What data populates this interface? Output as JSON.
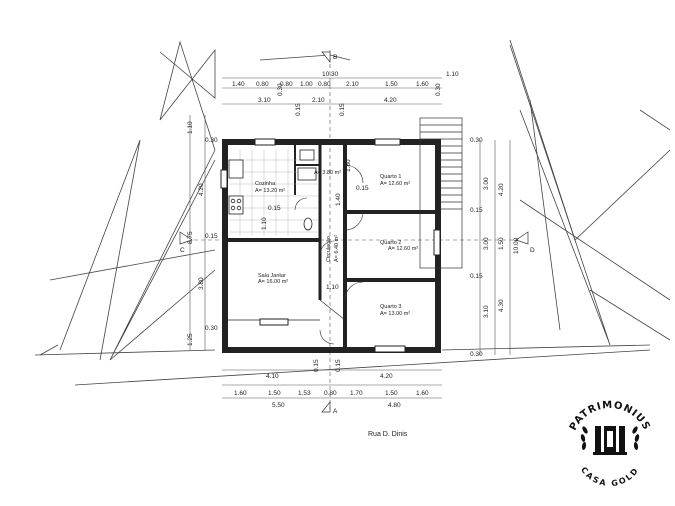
{
  "drawing": {
    "street_label": "Rua D. Dinis",
    "section_marks": [
      "B",
      "A",
      "C",
      "D"
    ],
    "rooms": [
      {
        "id": "cozinha",
        "name": "Cozinha",
        "area": "A= 13.20 m²"
      },
      {
        "id": "wc",
        "name": "",
        "area": "A= 3.80 m²"
      },
      {
        "id": "quarto1",
        "name": "Quarto 1",
        "area": "A= 12.60 m²"
      },
      {
        "id": "quarto2",
        "name": "Quarto 2",
        "area": "A= 12.60 m²"
      },
      {
        "id": "circulacao",
        "name": "Circulação",
        "area": "A= 6.40 m²"
      },
      {
        "id": "sala",
        "name": "Sala Jantar",
        "area": "A= 16.00 m²"
      },
      {
        "id": "quarto3",
        "name": "Quarto 3",
        "area": "A= 13.00 m²"
      }
    ],
    "top_dims_row1": [
      "1.40",
      "0.80",
      "0.80",
      "1.00",
      "0.80",
      "2.10",
      "1.50",
      "1.60"
    ],
    "top_total": "10.30",
    "top_right": "1.10",
    "top_dims_row2": [
      "3.10",
      "2.10",
      "4.20"
    ],
    "top_small": [
      "0.30",
      "0.15",
      "0.15",
      "0.30"
    ],
    "left_dims": [
      "1.10",
      "0.30",
      "4.20",
      "8.75",
      "0.15",
      "3.80",
      "0.30",
      "1.25"
    ],
    "right_dims_inner": [
      "0.30",
      "3.00",
      "0.15",
      "3.00",
      "0.15",
      "3.10",
      "0.30"
    ],
    "right_dims_outer": [
      "4.20",
      "1.50",
      "4.30"
    ],
    "right_total": "10.00",
    "bottom_dims_row1": [
      "4.10",
      "0.15",
      "0.15",
      "4.20"
    ],
    "bottom_dims_row2": [
      "1.60",
      "1.50",
      "1.53",
      "0.80",
      "1.70",
      "1.50",
      "1.60"
    ],
    "bottom_totals": [
      "5.50",
      "4.80"
    ],
    "inner_dims": [
      "1.80",
      "0.15",
      "1.40",
      "0.15",
      "1.10",
      "1.10"
    ]
  },
  "logo": {
    "top_text": "PATRIMONIUS",
    "bottom_text": "CASA GOLD",
    "colors": {
      "ink": "#111111",
      "background": "#ffffff"
    }
  }
}
